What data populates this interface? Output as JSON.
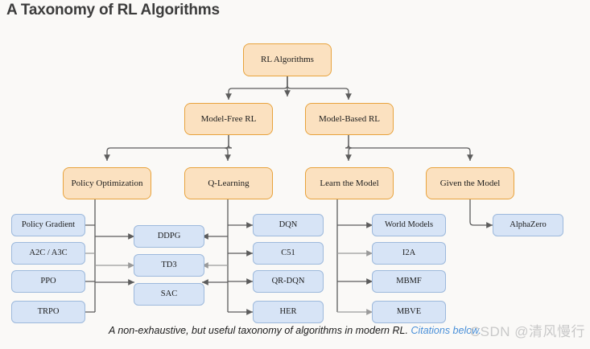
{
  "page_title": "A Taxonomy of RL Algorithms",
  "diagram": {
    "root": {
      "label": "RL Algorithms",
      "color": "#fbe1c0"
    },
    "level2": [
      {
        "label": "Model-Free RL"
      },
      {
        "label": "Model-Based RL"
      }
    ],
    "level3": [
      {
        "label": "Policy Optimization"
      },
      {
        "label": "Q-Learning"
      },
      {
        "label": "Learn the Model"
      },
      {
        "label": "Given the Model"
      }
    ],
    "policy_optimization_algos": [
      {
        "label": "Policy Gradient"
      },
      {
        "label": "A2C / A3C"
      },
      {
        "label": "PPO"
      },
      {
        "label": "TRPO"
      }
    ],
    "shared_algos": [
      {
        "label": "DDPG"
      },
      {
        "label": "TD3"
      },
      {
        "label": "SAC"
      }
    ],
    "q_learning_algos": [
      {
        "label": "DQN"
      },
      {
        "label": "C51"
      },
      {
        "label": "QR-DQN"
      },
      {
        "label": "HER"
      }
    ],
    "learn_the_model_algos": [
      {
        "label": "World Models"
      },
      {
        "label": "I2A"
      },
      {
        "label": "MBMF"
      },
      {
        "label": "MBVE"
      }
    ],
    "given_the_model_algos": [
      {
        "label": "AlphaZero"
      }
    ],
    "colors": {
      "category_fill": "#fbe1c0",
      "category_border": "#e8a33d",
      "algorithm_fill": "#d7e4f6",
      "algorithm_border": "#9db9dc",
      "connector": "#5c5c5c",
      "background": "#faf9f7"
    }
  },
  "caption": {
    "text": "A non-exhaustive, but useful taxonomy of algorithms in modern RL.",
    "link_text": "Citations below."
  },
  "watermark": "CSDN @清风慢行"
}
